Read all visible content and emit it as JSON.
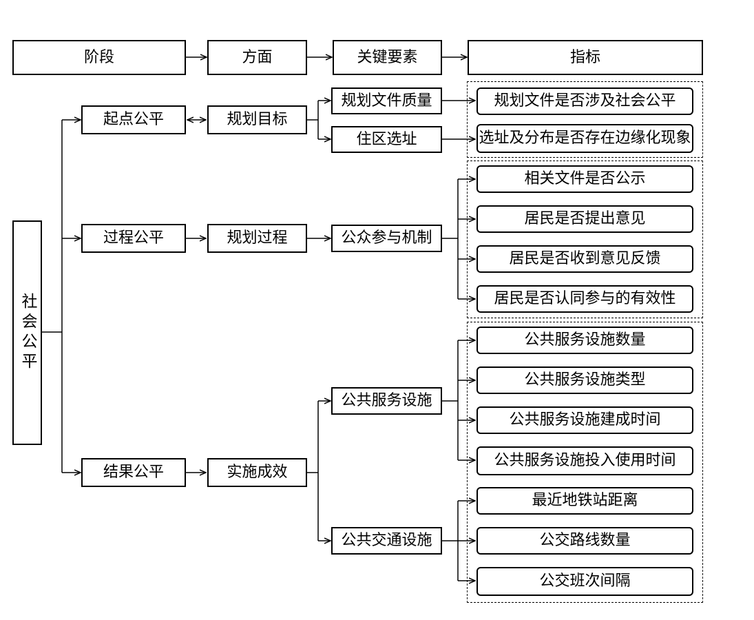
{
  "header": {
    "stage": "阶段",
    "aspect": "方面",
    "key_element": "关键要素",
    "indicator": "指标"
  },
  "root": "社会公平",
  "stages": {
    "start": "起点公平",
    "process": "过程公平",
    "result": "结果公平"
  },
  "aspects": {
    "planning_goal": "规划目标",
    "planning_process": "规划过程",
    "implementation": "实施成效"
  },
  "key_elements": {
    "doc_quality": "规划文件质量",
    "site_selection": "住区选址",
    "participation": "公众参与机制",
    "public_service": "公共服务设施",
    "public_transport": "公共交通设施"
  },
  "indicators": {
    "i1": "规划文件是否涉及社会公平",
    "i2": "选址及分布是否存在边缘化现象",
    "i3": "相关文件是否公示",
    "i4": "居民是否提出意见",
    "i5": "居民是否收到意见反馈",
    "i6": "居民是否认同参与的有效性",
    "i7": "公共服务设施数量",
    "i8": "公共服务设施类型",
    "i9": "公共服务设施建成时间",
    "i10": "公共服务设施投入使用时间",
    "i11": "最近地铁站距离",
    "i12": "公交路线数量",
    "i13": "公交班次间隔"
  }
}
